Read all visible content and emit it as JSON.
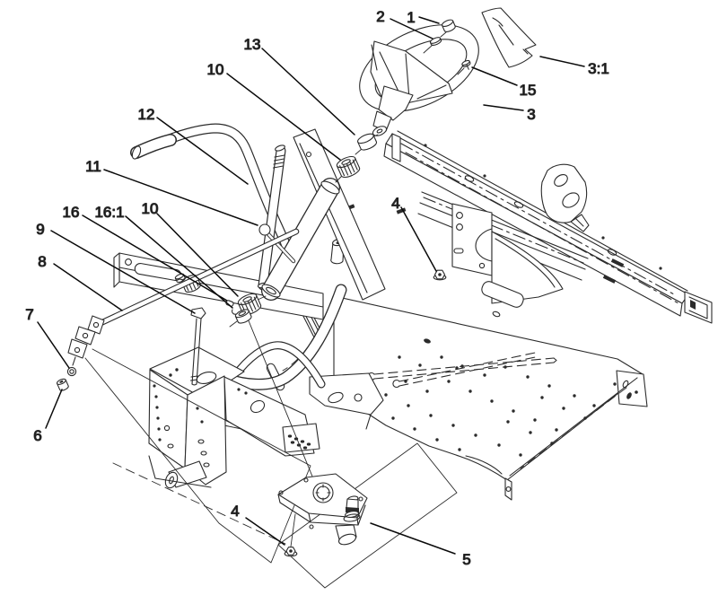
{
  "figure": {
    "type": "exploded-parts-diagram",
    "description": "Steering assembly exploded-view technical illustration with numbered part callouts",
    "background_color": "#ffffff",
    "line_color": "#2b2b2b",
    "label_color": "#000000",
    "callouts": [
      {
        "id": "callout-1",
        "label": "1"
      },
      {
        "id": "callout-2",
        "label": "2"
      },
      {
        "id": "callout-3",
        "label": "3"
      },
      {
        "id": "callout-3-1",
        "label": "3:1"
      },
      {
        "id": "callout-4-frame",
        "label": "4"
      },
      {
        "id": "callout-4-gearbox",
        "label": "4"
      },
      {
        "id": "callout-5",
        "label": "5"
      },
      {
        "id": "callout-6",
        "label": "6"
      },
      {
        "id": "callout-7",
        "label": "7"
      },
      {
        "id": "callout-8",
        "label": "8"
      },
      {
        "id": "callout-9",
        "label": "9"
      },
      {
        "id": "callout-10-upper",
        "label": "10"
      },
      {
        "id": "callout-10-lower",
        "label": "10"
      },
      {
        "id": "callout-11",
        "label": "11"
      },
      {
        "id": "callout-12",
        "label": "12"
      },
      {
        "id": "callout-13",
        "label": "13"
      },
      {
        "id": "callout-15",
        "label": "15"
      },
      {
        "id": "callout-16",
        "label": "16"
      },
      {
        "id": "callout-16-1",
        "label": "16:1"
      }
    ]
  }
}
